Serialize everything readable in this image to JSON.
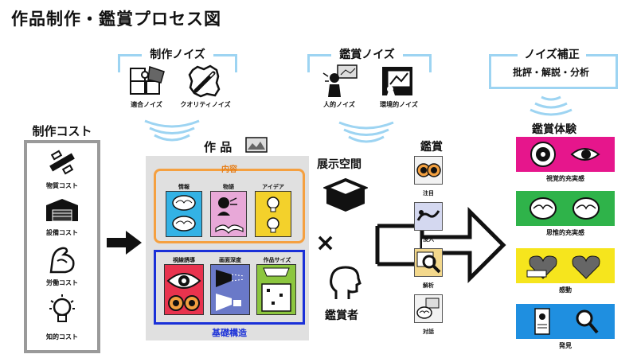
{
  "title": "作品制作・鑑賞プロセス図",
  "production_noise": {
    "heading": "制作ノイズ",
    "items": [
      {
        "label": "適合ノイズ",
        "icon": "puzzle-icon"
      },
      {
        "label": "クオリティノイズ",
        "icon": "cracked-frame-icon"
      }
    ]
  },
  "appreciation_noise": {
    "heading": "鑑賞ノイズ",
    "items": [
      {
        "label": "人的ノイズ",
        "icon": "person-noise-icon"
      },
      {
        "label": "環境的ノイズ",
        "icon": "environment-noise-icon"
      }
    ]
  },
  "noise_correction": {
    "heading": "ノイズ補正",
    "subtitle": "批評・解説・分析"
  },
  "production_cost": {
    "heading": "制作コスト",
    "items": [
      {
        "label": "物質コスト",
        "icon": "materials-icon"
      },
      {
        "label": "設備コスト",
        "icon": "building-icon"
      },
      {
        "label": "労働コスト",
        "icon": "muscle-arm-icon"
      },
      {
        "label": "知的コスト",
        "icon": "lightbulb-icon"
      }
    ]
  },
  "work": {
    "heading": "作 品",
    "content": {
      "heading": "内容",
      "items": [
        {
          "label": "情報",
          "color": "#33b2e5"
        },
        {
          "label": "物語",
          "color": "#e8a8d8"
        },
        {
          "label": "アイデア",
          "color": "#f3d12b"
        }
      ]
    },
    "structure": {
      "heading": "基礎構造",
      "items": [
        {
          "label": "視線誘導",
          "color": "#e8334e"
        },
        {
          "label": "画面深度",
          "color": "#6a79c8"
        },
        {
          "label": "作品サイズ",
          "color": "#8cc63f"
        }
      ]
    }
  },
  "exhibition_space": "展示空間",
  "times": "×",
  "viewer": "鑑賞者",
  "appreciation": {
    "heading": "鑑賞",
    "items": [
      {
        "label": "注目",
        "color": "#f2f2f2"
      },
      {
        "label": "没入",
        "color": "#d4d8f0"
      },
      {
        "label": "解析",
        "color": "#f3d88c"
      },
      {
        "label": "対話",
        "color": "#f2f2f2"
      }
    ]
  },
  "experience": {
    "heading": "鑑賞体験",
    "items": [
      {
        "label": "視覚的充実感",
        "color": "#e6168c"
      },
      {
        "label": "思惟的充実感",
        "color": "#2fb34a"
      },
      {
        "label": "感動",
        "color": "#f6e51d"
      },
      {
        "label": "発見",
        "color": "#1f8fe0"
      }
    ]
  },
  "colors": {
    "noise_bracket": "#9dd4f2",
    "cost_border": "#9a9a9a",
    "content_border": "#f5a040",
    "structure_border": "#1a30d8"
  }
}
